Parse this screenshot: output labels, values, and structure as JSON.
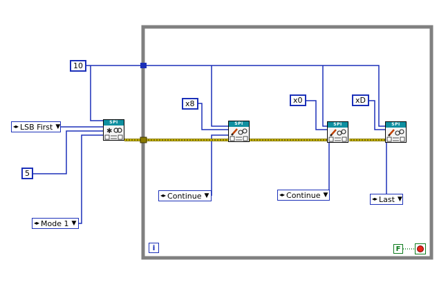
{
  "constants": {
    "num_10": "10",
    "num_5": "5",
    "hex_8": "x8",
    "hex_0": "x0",
    "hex_d": "xD"
  },
  "enums": {
    "bit_order": "LSB First",
    "mode": "Mode 1",
    "continue_1": "Continue",
    "continue_2": "Continue",
    "last": "Last"
  },
  "nodes": {
    "spi_label": "SPI"
  },
  "loop": {
    "iteration_label": "i",
    "stop_const": "F"
  },
  "colors": {
    "blue_wire": "#1a2fb8",
    "cluster_wire": "#8a7a00",
    "loop_border": "#808080",
    "node_header": "#0f8fa0"
  }
}
